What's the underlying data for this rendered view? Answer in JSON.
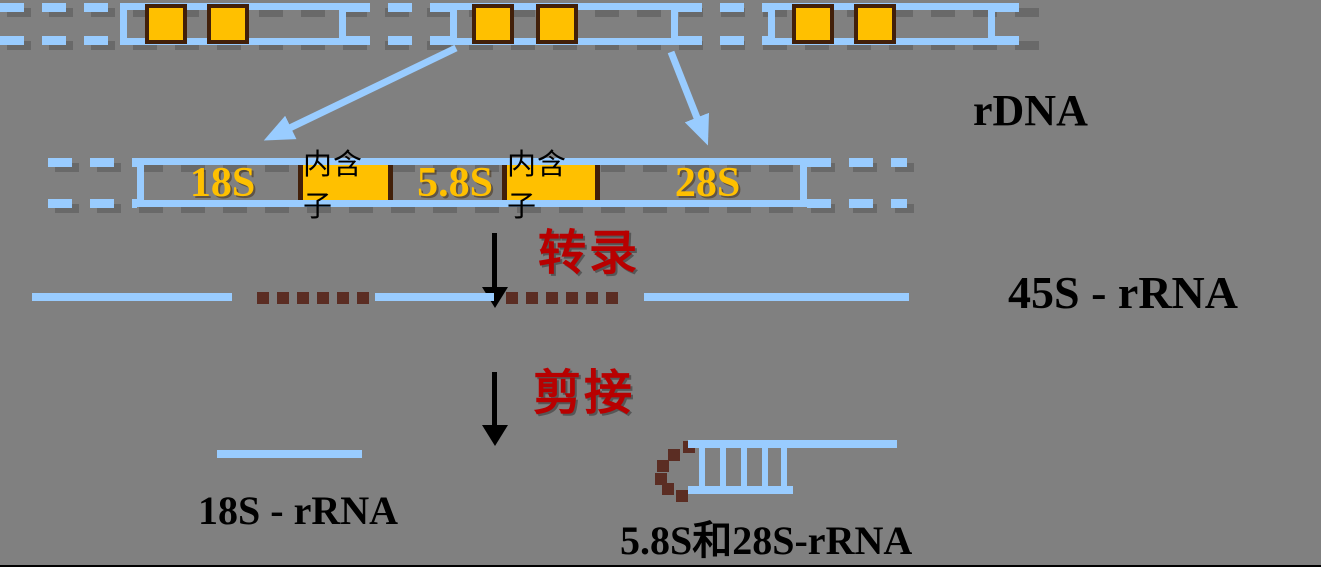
{
  "labels": {
    "rdna": "rDNA",
    "rrna45": "45S - rRNA",
    "rrna18": "18S - rRNA",
    "rrna5828": "5.8S和28S-rRNA",
    "transcription": "转录",
    "splicing": "剪接"
  },
  "gene_unit": {
    "s18": "18S",
    "intron": "内含子",
    "s58": "5.8S",
    "s28": "28S"
  },
  "structure": {
    "repeat_units_shown": 3,
    "exons_per_unit": 2,
    "hairpin_rungs": 5
  },
  "colors": {
    "background": "#808080",
    "dna_blue": "#99CCFF",
    "exon_gold": "#FFC000",
    "exon_border_brown": "#42200A",
    "intron_dot_brown": "#5B2D23",
    "process_red": "#B80000",
    "caption_black": "#000000"
  }
}
